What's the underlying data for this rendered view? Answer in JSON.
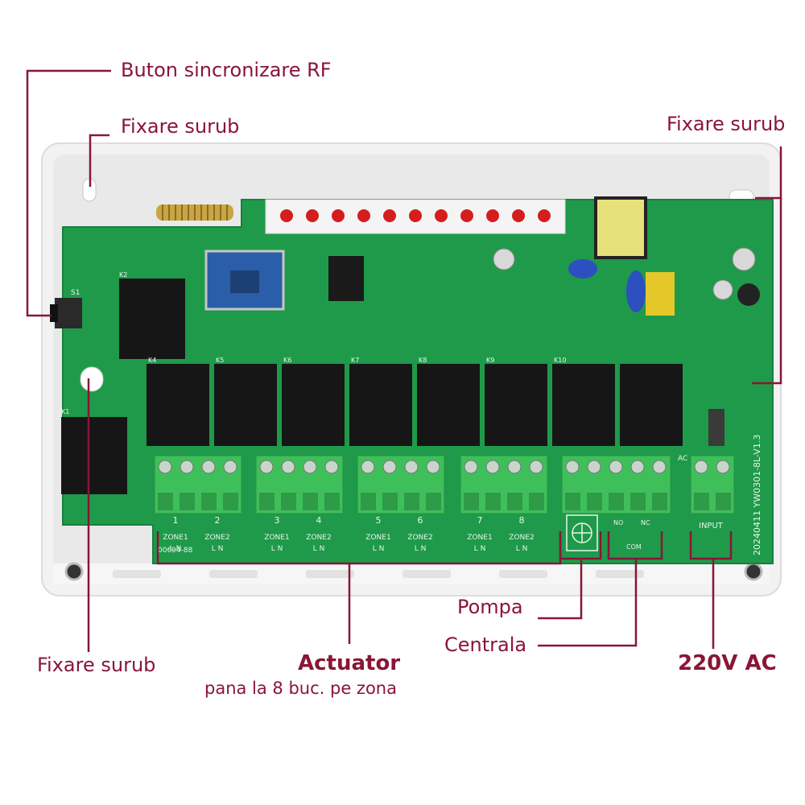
{
  "callouts": {
    "rf_button": "Buton sincronizare RF",
    "screw_top_left": "Fixare surub",
    "screw_top_right": "Fixare surub",
    "screw_bottom_left": "Fixare surub",
    "pump": "Pompa",
    "boiler": "Centrala",
    "actuator_title": "Actuator",
    "actuator_subtitle": "pana la 8 buc. pe zona",
    "power": "220V AC"
  },
  "board": {
    "model_code": "20240411  YW0301-8L-V1.3",
    "part_code": "00694-88",
    "switch_label": "S1",
    "relay_labels": [
      "K1",
      "K2",
      "K4",
      "K5",
      "K6",
      "K7",
      "K8",
      "K9",
      "K10"
    ],
    "zone_channels": [
      {
        "num": "1",
        "zone": "ZONE1",
        "ln": "L  N"
      },
      {
        "num": "2",
        "zone": "ZONE2",
        "ln": "L  N"
      },
      {
        "num": "3",
        "zone": "ZONE1",
        "ln": "L  N"
      },
      {
        "num": "4",
        "zone": "ZONE2",
        "ln": "L  N"
      },
      {
        "num": "5",
        "zone": "ZONE1",
        "ln": "L  N"
      },
      {
        "num": "6",
        "zone": "ZONE2",
        "ln": "L  N"
      },
      {
        "num": "7",
        "zone": "ZONE1",
        "ln": "L  N"
      },
      {
        "num": "8",
        "zone": "ZONE2",
        "ln": "L  N"
      }
    ],
    "nc_no_labels": {
      "no": "NO",
      "nc": "NC",
      "com": "COM"
    },
    "input_label": "INPUT",
    "ac_label": "AC",
    "led_count": 11
  },
  "colors": {
    "callout": "#8a1538",
    "pcb": "#1f9a4a",
    "terminal": "#3fbf5a",
    "relay": "#161616",
    "led": "#d41e1e",
    "enclosure": "#f2f2f2"
  }
}
